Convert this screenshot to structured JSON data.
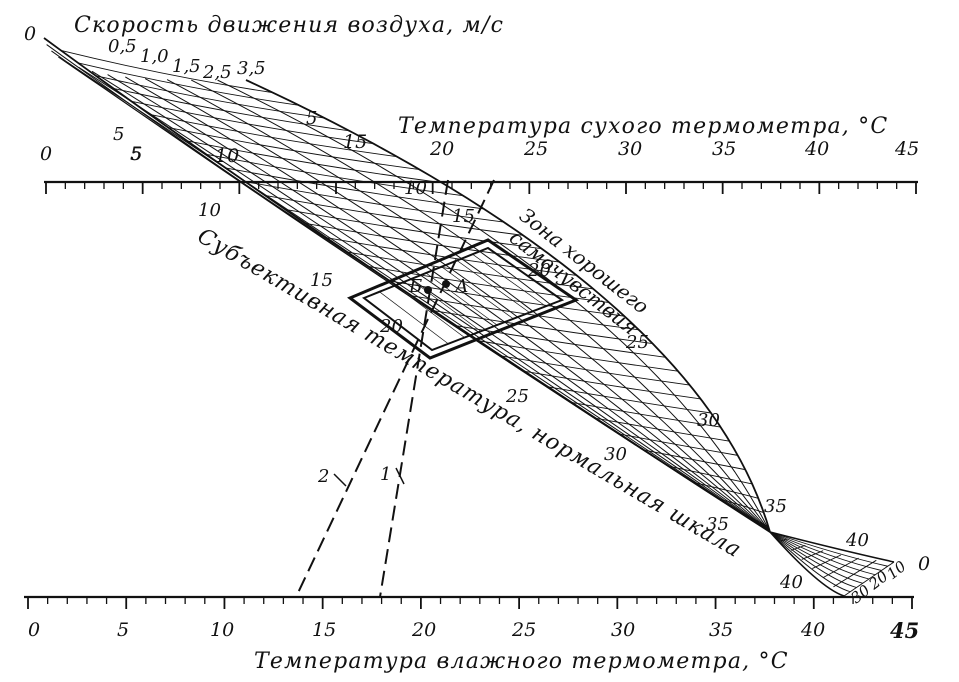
{
  "labels": {
    "air_speed": "Скорость движения воздуха, м/с",
    "dry_axis": "Температура сухого термометра, °С",
    "wet_axis": "Температура влажного термометра, °С",
    "subjective": "Субъективная температура, нормальная шкала",
    "comfort_zone_line1": "Зона хорошего",
    "comfort_zone_line2": "самочувствия",
    "point_a": "А",
    "point_b": "Б",
    "line_1": "1",
    "line_2": "2"
  },
  "dry_scale": {
    "min": 0,
    "max": 45,
    "major_step": 5,
    "labels": [
      "0",
      "5",
      "10",
      "15",
      "20",
      "25",
      "30",
      "35",
      "40",
      "45"
    ]
  },
  "wet_scale": {
    "min": 0,
    "max": 45,
    "major_step": 5,
    "labels": [
      "0",
      "5",
      "10",
      "15",
      "20",
      "25",
      "30",
      "35",
      "40",
      "45"
    ]
  },
  "speed_labels": [
    "0",
    "0,5",
    "1,0",
    "1,5",
    "2,5",
    "3,5"
  ],
  "speed_labels_right": [
    "30",
    "20",
    "10",
    "0"
  ],
  "et_labels": [
    "5",
    "10",
    "15",
    "20",
    "25",
    "30",
    "35",
    "40"
  ],
  "colors": {
    "ink": "#111111",
    "paper": "#ffffff"
  }
}
